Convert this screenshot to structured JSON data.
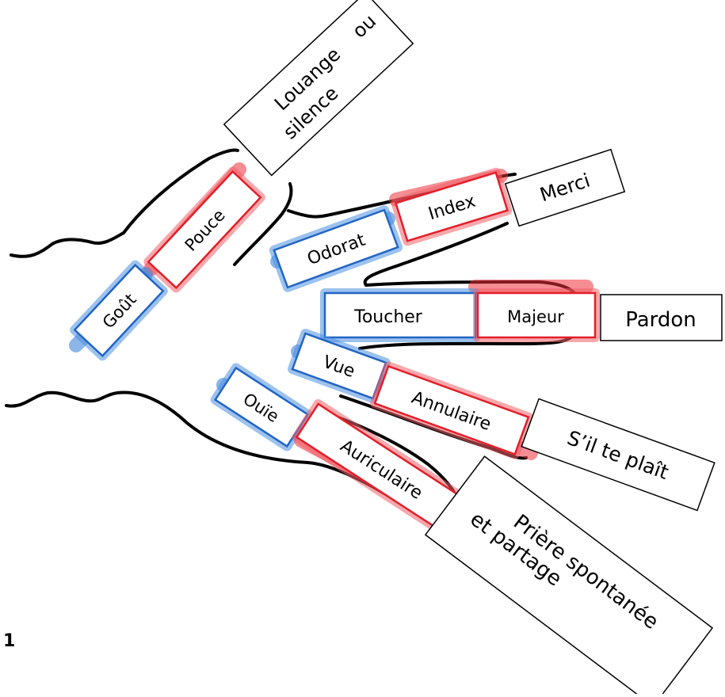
{
  "figure_number": "1",
  "colors": {
    "sense_outline": "#2265c4",
    "finger_outline": "#e31f2a",
    "prayer_outline": "#000000"
  },
  "labels": {
    "thumb": {
      "sense": "Goût",
      "finger": "Pouce",
      "prayer_line1": "Louange",
      "prayer_line1b": "ou",
      "prayer_line2": "silence"
    },
    "index": {
      "sense": "Odorat",
      "finger": "Index",
      "prayer": "Merci"
    },
    "middle": {
      "sense": "Toucher",
      "finger": "Majeur",
      "prayer": "Pardon"
    },
    "ring": {
      "sense": "Vue",
      "finger": "Annulaire",
      "prayer": "S’il te plaît"
    },
    "little": {
      "sense": "Ouïe",
      "finger": "Auriculaire",
      "prayer_line1": "Prière spontanée",
      "prayer_line2": "et partage"
    }
  }
}
